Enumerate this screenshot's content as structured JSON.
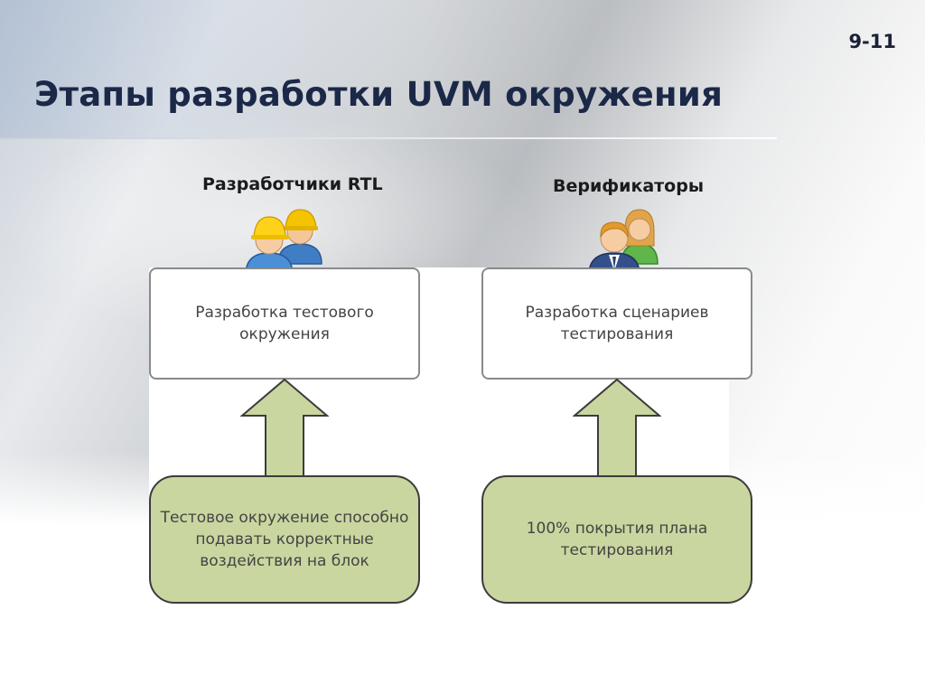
{
  "slide": {
    "number": "9-11",
    "title": "Этапы разработки UVM окружения"
  },
  "groups": [
    {
      "label": "Разработчики RTL",
      "icon": "construction-workers-icon",
      "top_box": "Разработка тестового окружения",
      "bottom_box": "Тестовое окружение способно подавать корректные воздействия на блок"
    },
    {
      "label": "Верификаторы",
      "icon": "business-people-icon",
      "top_box": "Разработка сценариев тестирования",
      "bottom_box": "100% покрытия плана тестирования"
    }
  ],
  "colors": {
    "title": "#1b2847",
    "green_box": "#c9d6a0",
    "arrow_fill": "#c9d6a0",
    "box_text": "#444444"
  }
}
